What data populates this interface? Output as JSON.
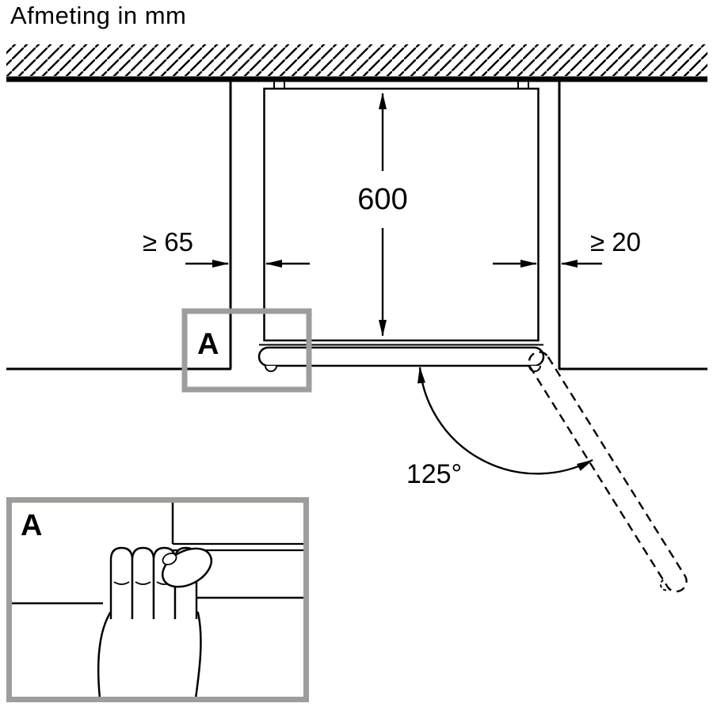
{
  "title": "Afmeting in mm",
  "diagram": {
    "depth_label": "600",
    "left_clearance_label": "≥ 65",
    "right_clearance_label": "≥ 20",
    "door_angle_label": "125°",
    "callout_label": "A"
  },
  "detail": {
    "label": "A"
  },
  "colors": {
    "line": "#000000",
    "callout_border": "#9d9d9c",
    "background": "#ffffff"
  }
}
